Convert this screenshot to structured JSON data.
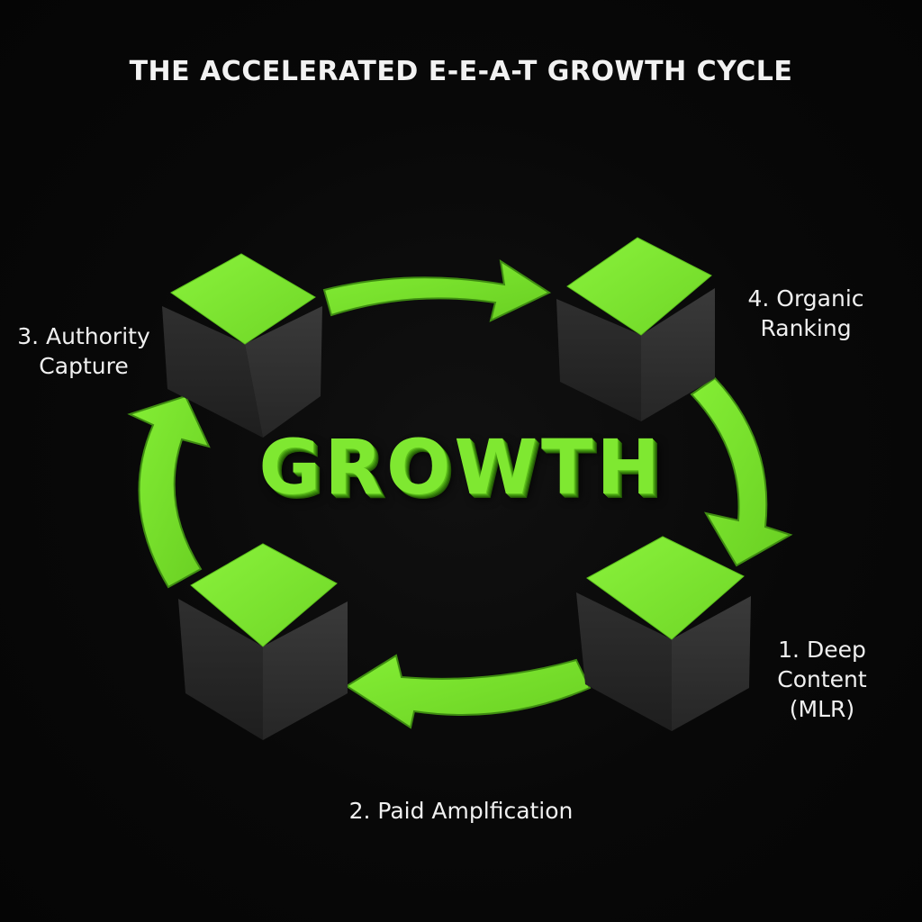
{
  "title": "THE ACCELERATED E-E-A-T GROWTH CYCLE",
  "center_text": "GROWTH",
  "colors": {
    "background": "#070707",
    "accent_green": "#7fe831",
    "cube_dark": "#2b2b2b",
    "label_text": "#f0f0f0"
  },
  "stages": [
    {
      "lines": [
        "1. Deep",
        "Content",
        "(MLR)"
      ]
    },
    {
      "lines": [
        "2. Paid Amplfication"
      ]
    },
    {
      "lines": [
        "3. Authority",
        "Capture"
      ]
    },
    {
      "lines": [
        "4. Organic",
        "Ranking"
      ]
    }
  ],
  "icons": {
    "arrows": [
      "curved-arrow-right-icon",
      "curved-arrow-down-icon",
      "curved-arrow-left-icon",
      "curved-arrow-up-icon"
    ],
    "nodes": [
      "green-cube-icon"
    ]
  }
}
